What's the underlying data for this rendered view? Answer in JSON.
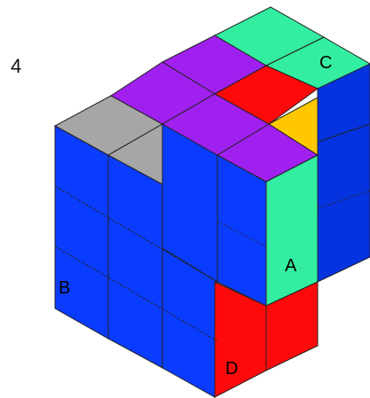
{
  "problem": {
    "number": "4"
  },
  "labels": {
    "a": "A",
    "b": "B",
    "c": "C",
    "d": "D"
  },
  "colors": {
    "blue": "#0a3cff",
    "blue_dark": "#0633e0",
    "purple": "#a020f0",
    "red": "#ff0a0a",
    "green": "#33eea0",
    "yellow": "#ffc800",
    "gray": "#a6a6a6",
    "edge": "#222222"
  }
}
